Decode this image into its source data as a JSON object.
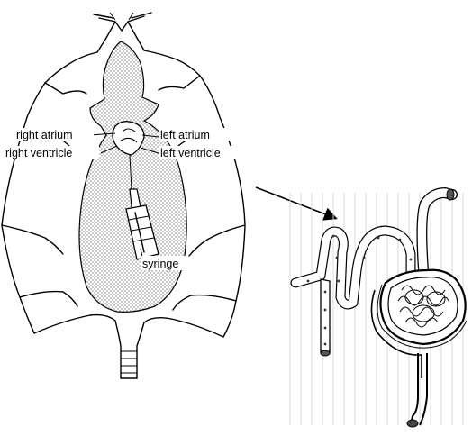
{
  "labels": {
    "right_atrium": "right atrium",
    "right_ventricle": "right ventricle",
    "left_atrium": "left atrium",
    "left_ventricle": "left ventricle",
    "syringe": "syringe"
  },
  "colors": {
    "ink": "#000000",
    "background": "#ffffff",
    "stipple": "#9a9a9a"
  }
}
